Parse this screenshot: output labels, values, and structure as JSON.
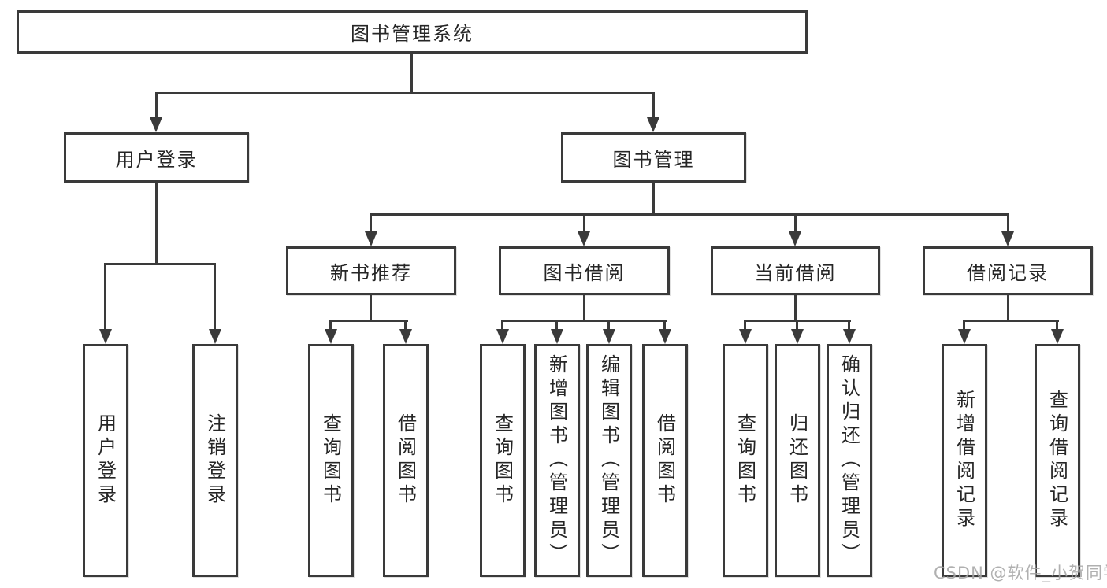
{
  "diagram": {
    "title": "图书管理系统",
    "type": "hierarchy-tree",
    "colors": {
      "line": "#3a3a3a",
      "text": "#262626",
      "background": "#ffffff",
      "watermark": "#a6a6a6"
    },
    "nodes": {
      "root": "图书管理系统",
      "user_login": "用户登录",
      "book_mgmt": "图书管理",
      "new_books": "新书推荐",
      "book_borrow": "图书借阅",
      "current_borrow": "当前借阅",
      "borrow_records": "借阅记录",
      "leaves": [
        "用户登录",
        "注销登录",
        "查询图书",
        "借阅图书",
        "查询图书",
        "新增图书（管理员）",
        "编辑图书（管理员）",
        "借阅图书",
        "查询图书",
        "归还图书",
        "确认归还（管理员）",
        "新增借阅记录",
        "查询借阅记录"
      ]
    },
    "hierarchy": {
      "图书管理系统": [
        "用户登录",
        "图书管理"
      ],
      "用户登录": [
        "用户登录",
        "注销登录"
      ],
      "图书管理": [
        "新书推荐",
        "图书借阅",
        "当前借阅",
        "借阅记录"
      ],
      "新书推荐": [
        "查询图书",
        "借阅图书"
      ],
      "图书借阅": [
        "查询图书",
        "新增图书（管理员）",
        "编辑图书（管理员）",
        "借阅图书"
      ],
      "当前借阅": [
        "查询图书",
        "归还图书",
        "确认归还（管理员）"
      ],
      "借阅记录": [
        "新增借阅记录",
        "查询借阅记录"
      ]
    },
    "watermark": "CSDN @软件_小贺同学"
  }
}
